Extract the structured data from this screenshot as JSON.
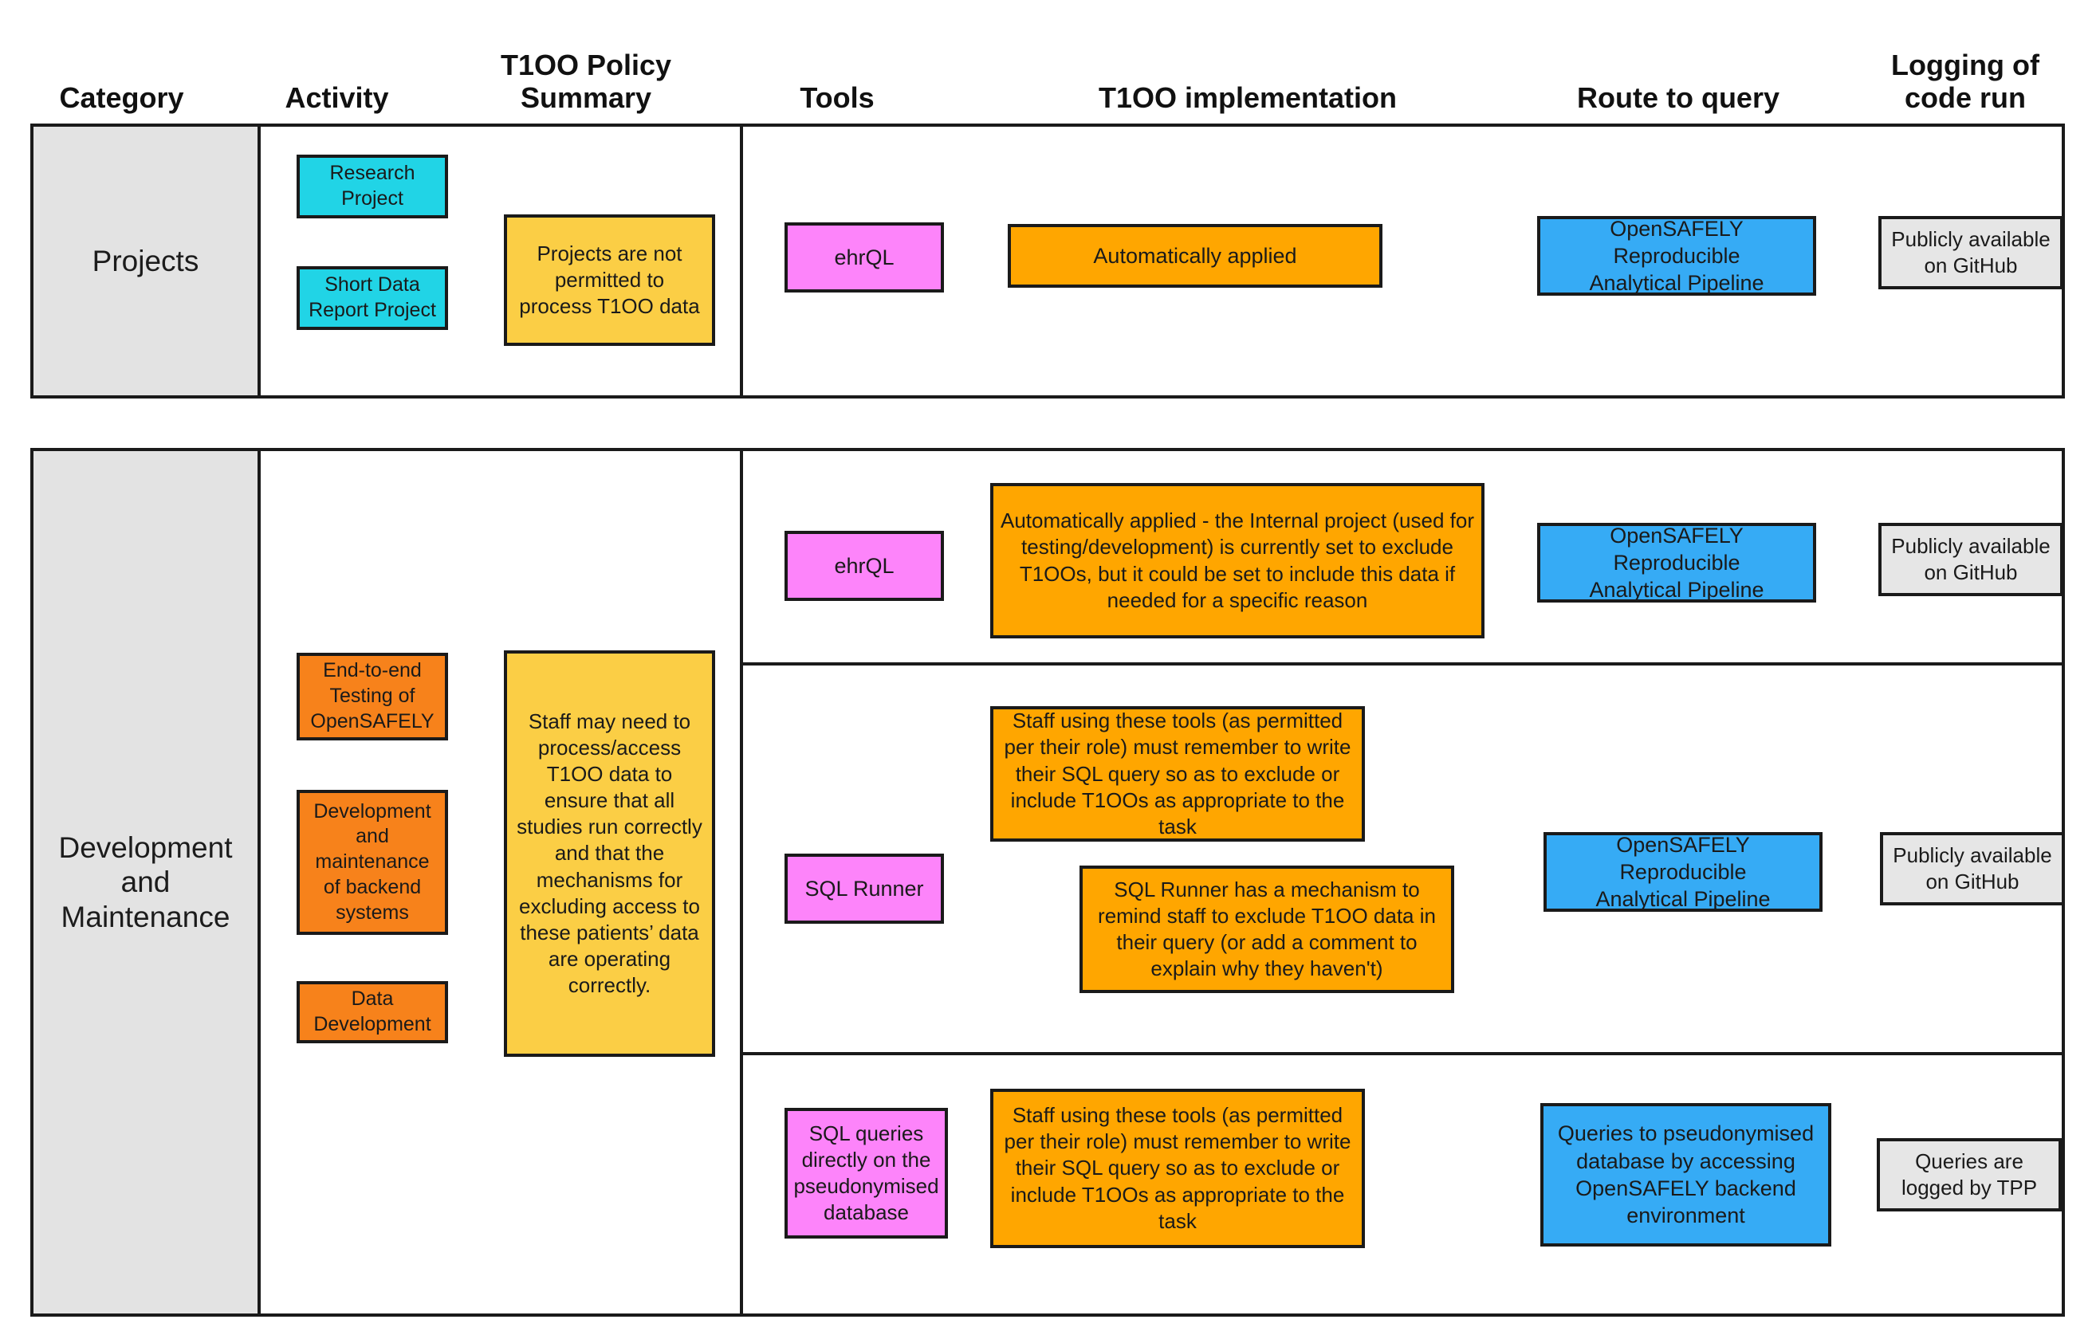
{
  "headers": [
    {
      "label": "Category"
    },
    {
      "label": "Activity"
    },
    {
      "label": "T1OO Policy\nSummary"
    },
    {
      "label": "Tools"
    },
    {
      "label": "T1OO implementation"
    },
    {
      "label": "Route to query"
    },
    {
      "label": "Logging of\ncode run"
    }
  ],
  "colors": {
    "cyan": "#21d4e6",
    "yellow": "#fbce45",
    "orange": "#ffa600",
    "orange_dark": "#f7821b",
    "pink": "#fd84fa",
    "blue": "#36abf5",
    "grey": "#e6e6e6",
    "category_bg": "#e3e3e3",
    "border": "#1a1a1a"
  },
  "sections": [
    {
      "category": "Projects",
      "activities": [
        {
          "label": "Research\nProject",
          "color": "cyan"
        },
        {
          "label": "Short Data\nReport Project",
          "color": "cyan"
        }
      ],
      "policy_summary": {
        "label": "Projects are not\npermitted to\nprocess T1OO data",
        "color": "yellow"
      },
      "rows": [
        {
          "tool": {
            "label": "ehrQL",
            "color": "pink"
          },
          "implementation": [
            {
              "label": "Automatically applied",
              "color": "orange"
            }
          ],
          "route": {
            "label": "OpenSAFELY Reproducible\nAnalytical Pipeline",
            "color": "blue"
          },
          "logging": {
            "label": "Publicly available\non GitHub",
            "color": "grey"
          }
        }
      ]
    },
    {
      "category": "Development\nand\nMaintenance",
      "activities": [
        {
          "label": "End-to-end\nTesting of\nOpenSAFELY",
          "color": "orange_dark"
        },
        {
          "label": "Development\nand\nmaintenance\nof backend\nsystems",
          "color": "orange_dark"
        },
        {
          "label": "Data\nDevelopment",
          "color": "orange_dark"
        }
      ],
      "policy_summary": {
        "label": "Staff may need to process/access T1OO data to ensure that all studies run correctly and that the mechanisms for excluding access to these patients’ data are operating correctly.",
        "color": "yellow"
      },
      "rows": [
        {
          "tool": {
            "label": "ehrQL",
            "color": "pink"
          },
          "implementation": [
            {
              "label": "Automatically applied - the Internal project (used for testing/development) is currently set to exclude T1OOs, but it could be set to include this data if needed for a specific reason",
              "color": "orange"
            }
          ],
          "route": {
            "label": "OpenSAFELY Reproducible\nAnalytical Pipeline",
            "color": "blue"
          },
          "logging": {
            "label": "Publicly available\non GitHub",
            "color": "grey"
          }
        },
        {
          "tool": {
            "label": "SQL Runner",
            "color": "pink"
          },
          "implementation": [
            {
              "label": "Staff using these tools (as permitted per their role) must remember to write their SQL query so as to exclude or include T1OOs as appropriate to the task",
              "color": "orange"
            },
            {
              "label": "SQL Runner has a mechanism to remind staff to exclude T1OO data in their query (or add a comment to explain why they haven't)",
              "color": "orange"
            }
          ],
          "route": {
            "label": "OpenSAFELY Reproducible\nAnalytical Pipeline",
            "color": "blue"
          },
          "logging": {
            "label": "Publicly available\non GitHub",
            "color": "grey"
          }
        },
        {
          "tool": {
            "label": "SQL queries\ndirectly on the\npseudonymised\ndatabase",
            "color": "pink"
          },
          "implementation": [
            {
              "label": "Staff using these tools (as permitted per their role) must remember to write their SQL query so as to exclude or include T1OOs as appropriate to the task",
              "color": "orange"
            }
          ],
          "route": {
            "label": "Queries to pseudonymised database by accessing OpenSAFELY backend environment",
            "color": "blue"
          },
          "logging": {
            "label": "Queries are\nlogged by TPP",
            "color": "grey"
          }
        }
      ]
    }
  ]
}
